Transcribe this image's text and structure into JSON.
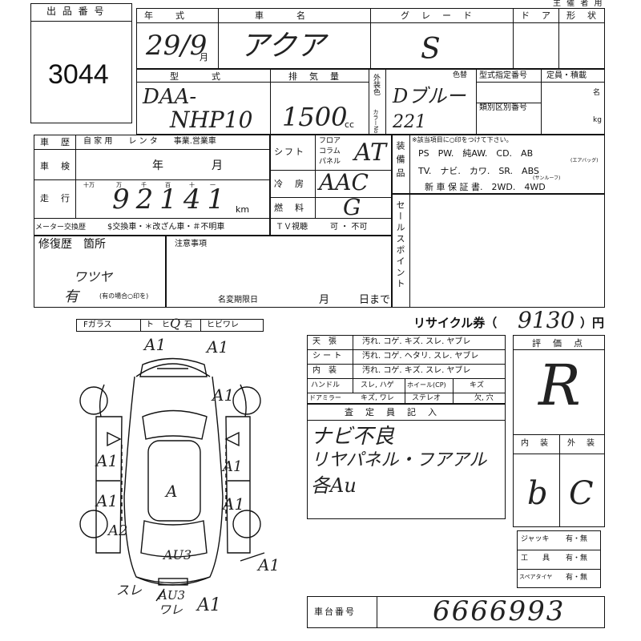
{
  "lot": {
    "label": "出 品 番 号",
    "value": "3044"
  },
  "header": {
    "year_label": "年　　式",
    "car_name_label": "車　　　名",
    "grade_label": "グ　レ　ー　ド",
    "door_label": "ド　ア",
    "body_type_label": "形　状",
    "owner_use_label": "主 催 者 用",
    "year_value": "29/9",
    "month_unit": "月",
    "car_name_value": "アクア",
    "grade_value": "S"
  },
  "model": {
    "label": "型　　　式",
    "displacement_label": "排　気　量",
    "value_line1": "DAA-",
    "value_line2": "NHP10",
    "displacement_value": "1500",
    "cc_unit": "cc",
    "exterior_color_label": "外装色",
    "color_code_label": "カラーNo.",
    "color_label": "色替",
    "exterior_color_value": "Dブルー",
    "color_code_value": "221",
    "type_designation_label": "型式指定番号",
    "class_number_label": "類別区別番号",
    "capacity_label": "定員・積載",
    "people_unit": "名",
    "kg_unit": "kg"
  },
  "history": {
    "label": "車　歴",
    "options": "自 家 用　　レ ン タ　　事業.営業車",
    "inspection_label": "車　検",
    "year_unit": "年",
    "month_unit": "月",
    "mileage_label": "走　行",
    "digit_labels": [
      "十万",
      "万",
      "千",
      "百",
      "十",
      "一"
    ],
    "mileage_value": "92141",
    "km_unit": "km",
    "meter_label": "メーター交換歴",
    "meter_options": "$交換車・＊改ざん車・＃不明車"
  },
  "specs": {
    "shift_label": "シフト",
    "shift_floor": "フロア",
    "shift_column": "コラム",
    "shift_panel": "パネル",
    "shift_value": "AT",
    "aircon_label": "冷　房",
    "aircon_value": "AAC",
    "fuel_label": "燃　料",
    "fuel_value": "G",
    "tv_label": "ＴＶ視聴",
    "tv_options": "可 ・ 不可"
  },
  "equipment": {
    "label": "装備品",
    "note": "※該当項目に○印をつけて下さい。",
    "row1": "PS　PW.　純AW.　CD.　AB",
    "ab_sub": "(エアバッグ)",
    "row2": "TV.　ナビ.　カワ.　SR.　ABS",
    "sr_sub": "(サンルーフ)",
    "row3": "新 車 保 証 書.　2WD.　4WD"
  },
  "repair": {
    "label": "修復歴　箇所",
    "note": "(有の場合○印を)",
    "value": "有",
    "hw_note": "ワツヤ",
    "notes_label": "注意事項",
    "name_change_label": "名変期限日",
    "month_label": "月",
    "day_label": "日まで"
  },
  "sales_point_label": "セールスポイント",
  "glass_bar": {
    "f_glass": "Fガラス",
    "to": "ト",
    "hi": "ヒ",
    "ishi": "石",
    "hibiware": "ヒビワレ",
    "mark": "Q"
  },
  "recycle": {
    "label": "リサイクル券（",
    "value": "9130",
    "unit": "）円"
  },
  "interior_table": {
    "rows": [
      {
        "label": "天　張",
        "options": "汚れ. コゲ. キズ. スレ. ヤブレ"
      },
      {
        "label": "シ ー ト",
        "options": "汚れ. コゲ. ヘタリ. スレ. ヤブレ"
      },
      {
        "label": "内　装",
        "options": "汚れ. コゲ. キズ. スレ. ヤブレ"
      }
    ],
    "handle_label": "ハンドル",
    "handle_options": "スレ, ハゲ",
    "wheel_label": "ホイール(CP)",
    "wheel_options": "キズ",
    "mirror_label": "ドアミラー",
    "mirror_options": "キズ, ワレ",
    "stereo_label": "ステレオ",
    "stereo_options": "欠, 穴"
  },
  "inspector": {
    "label": "査　定　員　記　入",
    "line1": "ナビ不良",
    "line2": "リヤパネル・フアアル",
    "line3": "各Au"
  },
  "rating": {
    "label": "評　価　点",
    "value": "R",
    "interior_label": "内　装",
    "exterior_label": "外　装",
    "interior_value": "b",
    "exterior_value": "C"
  },
  "accessories": [
    {
      "label": "ジャッキ",
      "options": "有・無"
    },
    {
      "label": "工　　具",
      "options": "有・無"
    },
    {
      "label": "スペアタイヤ",
      "options": "有・無"
    }
  ],
  "chassis": {
    "label": "車台番号",
    "value": "6666993"
  },
  "damage_marks": [
    "A1",
    "A1",
    "A1",
    "A1",
    "A1",
    "A",
    "A1",
    "A1",
    "A2",
    "AU3",
    "A1",
    "スレ",
    "AU3",
    "ワレ",
    "A1"
  ]
}
